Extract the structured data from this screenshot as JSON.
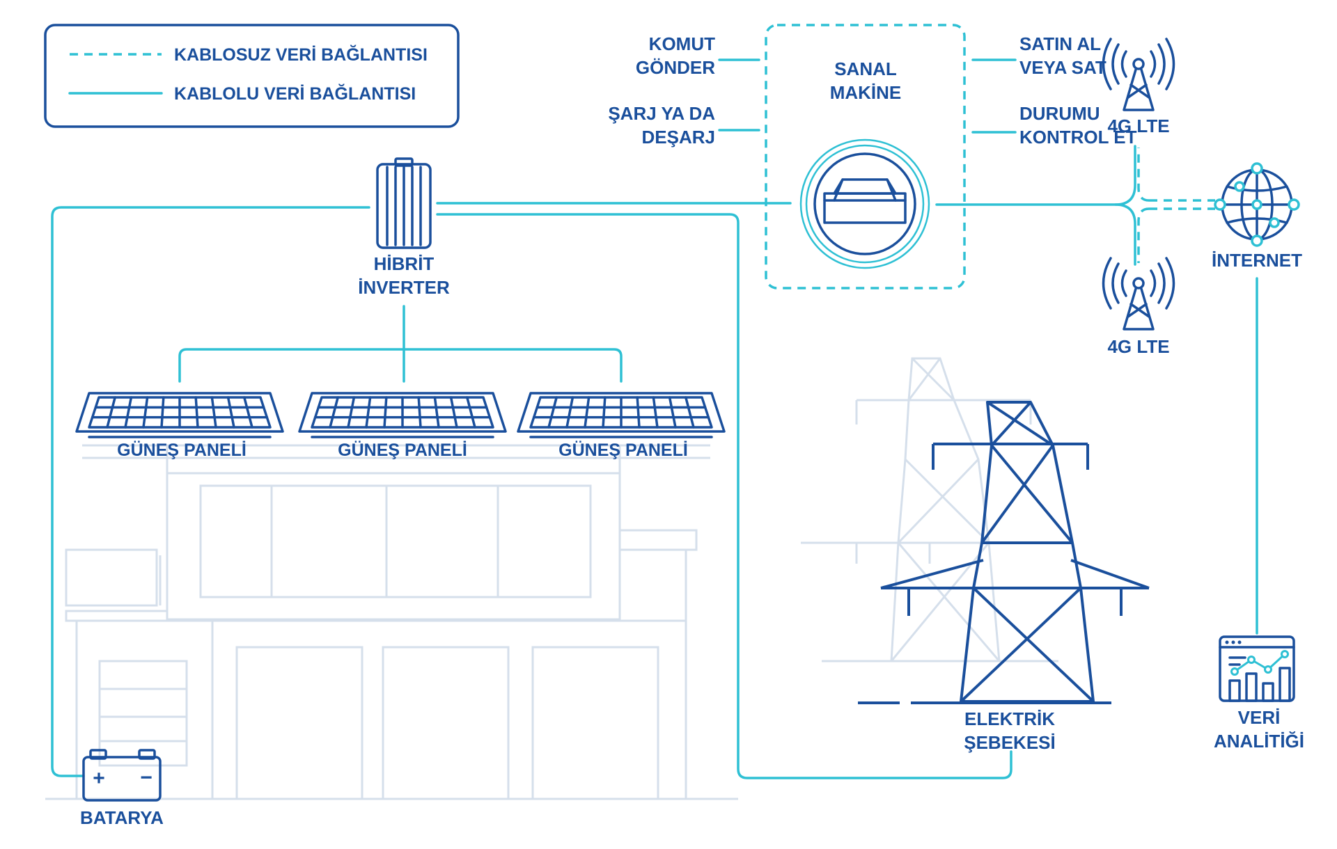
{
  "legend": {
    "wireless_label": "KABLOSUZ VERİ BAĞLANTISI",
    "wired_label": "KABLOLU VERİ BAĞLANTISI"
  },
  "virtual_machine": {
    "title_line1": "SANAL",
    "title_line2": "MAKİNE",
    "left_actions": [
      {
        "line1": "KOMUT",
        "line2": "GÖNDER"
      },
      {
        "line1": "ŞARJ YA DA",
        "line2": "DEŞARJ"
      }
    ],
    "right_actions": [
      {
        "line1": "SATIN AL",
        "line2": "VEYA SAT"
      },
      {
        "line1": "DURUMU",
        "line2": "KONTROL ET"
      }
    ]
  },
  "inverter": {
    "line1": "HİBRİT",
    "line2": "İNVERTER"
  },
  "solar_panels": [
    "GÜNEŞ PANELİ",
    "GÜNEŞ PANELİ",
    "GÜNEŞ PANELİ"
  ],
  "battery": {
    "label": "BATARYA",
    "plus": "+",
    "minus": "−"
  },
  "grid": {
    "line1": "ELEKTRİK",
    "line2": "ŞEBEKESİ"
  },
  "lte_towers": [
    "4G LTE",
    "4G LTE"
  ],
  "internet": {
    "label": "İNTERNET"
  },
  "analytics": {
    "line1": "VERİ",
    "line2": "ANALİTİĞİ"
  },
  "colors": {
    "navy": "#1a4f9c",
    "cyan": "#2ec0d4",
    "light_gray": "#d5dfeb"
  }
}
